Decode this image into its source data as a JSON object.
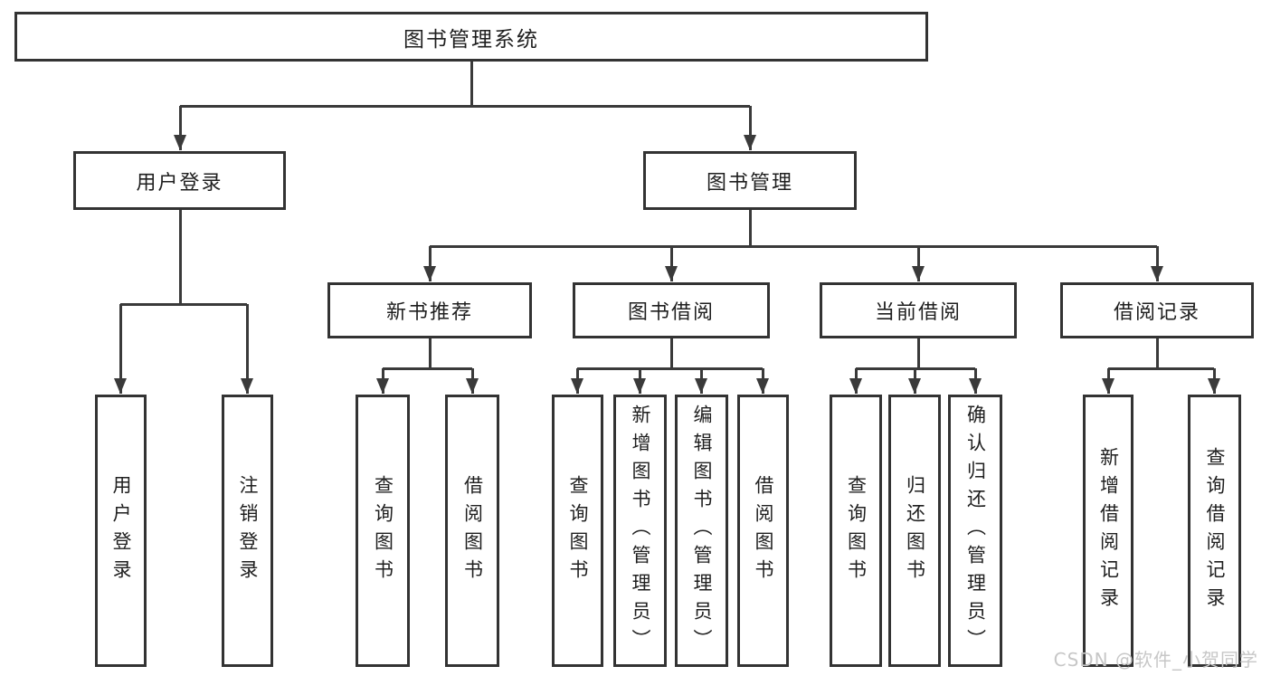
{
  "diagram": {
    "root": {
      "label": "图书管理系统"
    },
    "branches": [
      {
        "label": "用户登录",
        "children": [
          {
            "label": "用户登录"
          },
          {
            "label": "注销登录"
          }
        ]
      },
      {
        "label": "图书管理",
        "children": [
          {
            "label": "新书推荐",
            "children": [
              {
                "label": "查询图书"
              },
              {
                "label": "借阅图书"
              }
            ]
          },
          {
            "label": "图书借阅",
            "children": [
              {
                "label": "查询图书"
              },
              {
                "label": "新增图书（管理员）"
              },
              {
                "label": "编辑图书（管理员）"
              },
              {
                "label": "借阅图书"
              }
            ]
          },
          {
            "label": "当前借阅",
            "children": [
              {
                "label": "查询图书"
              },
              {
                "label": "归还图书"
              },
              {
                "label": "确认归还（管理员）"
              }
            ]
          },
          {
            "label": "借阅记录",
            "children": [
              {
                "label": "新增借阅记录"
              },
              {
                "label": "查询借阅记录"
              }
            ]
          }
        ]
      }
    ]
  },
  "watermark": {
    "text": "CSDN @软件_小贺同学"
  },
  "colors": {
    "line": "#3a3a3a",
    "box_border": "#333333",
    "text": "#1f1f1f",
    "watermark": "#c7c7c7",
    "background": "#ffffff"
  }
}
